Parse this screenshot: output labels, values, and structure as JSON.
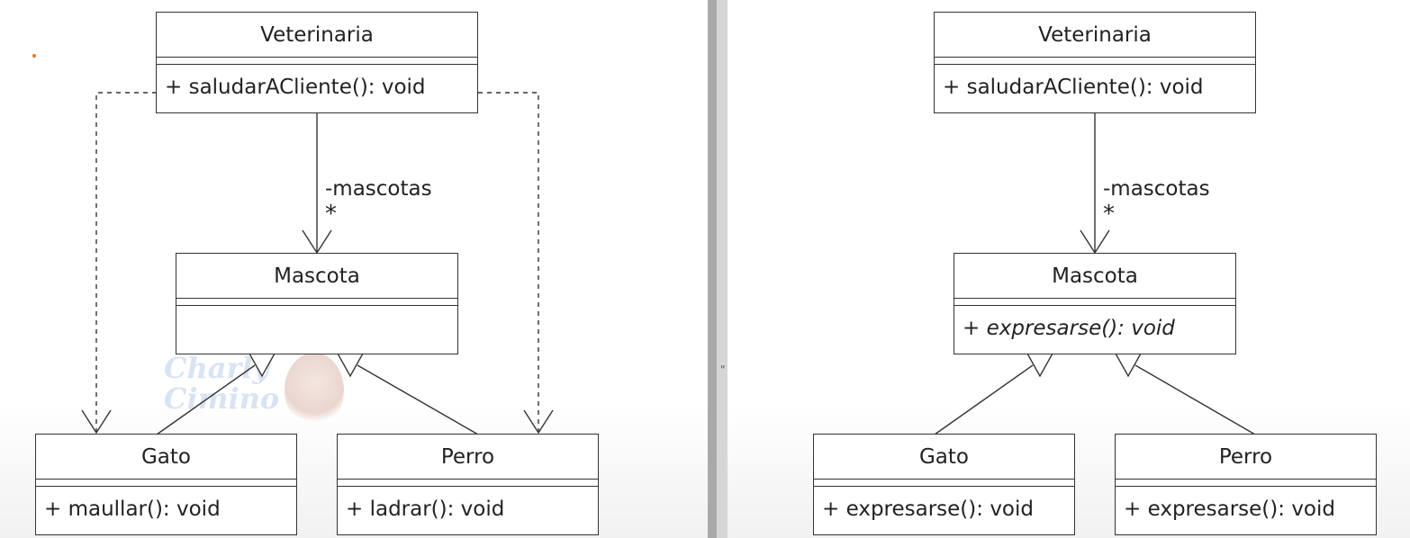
{
  "colors": {
    "line": "#333333",
    "divider": "#8a8a8a",
    "watermark": "#b9cdea",
    "cursor_dot": "#e07a1f"
  },
  "diagram_left": {
    "veterinaria": {
      "name": "Veterinaria",
      "members": [
        "+ saludarACliente(): void"
      ]
    },
    "association": {
      "role": "-mascotas",
      "multiplicity": "*"
    },
    "mascota": {
      "name": "Mascota",
      "members": [
        ""
      ]
    },
    "gato": {
      "name": "Gato",
      "members": [
        "+ maullar(): void"
      ]
    },
    "perro": {
      "name": "Perro",
      "members": [
        "+ ladrar(): void"
      ]
    },
    "watermark": {
      "line1": "Charly",
      "line2": "Cimino"
    }
  },
  "diagram_right": {
    "veterinaria": {
      "name": "Veterinaria",
      "members": [
        "+ saludarACliente(): void"
      ]
    },
    "association": {
      "role": "-mascotas",
      "multiplicity": "*"
    },
    "mascota": {
      "name": "Mascota",
      "members": [
        "+ expresarse(): void"
      ]
    },
    "gato": {
      "name": "Gato",
      "members": [
        "+ expresarse(): void"
      ]
    },
    "perro": {
      "name": "Perro",
      "members": [
        "+ expresarse(): void"
      ]
    }
  },
  "splitter_grip": "\""
}
